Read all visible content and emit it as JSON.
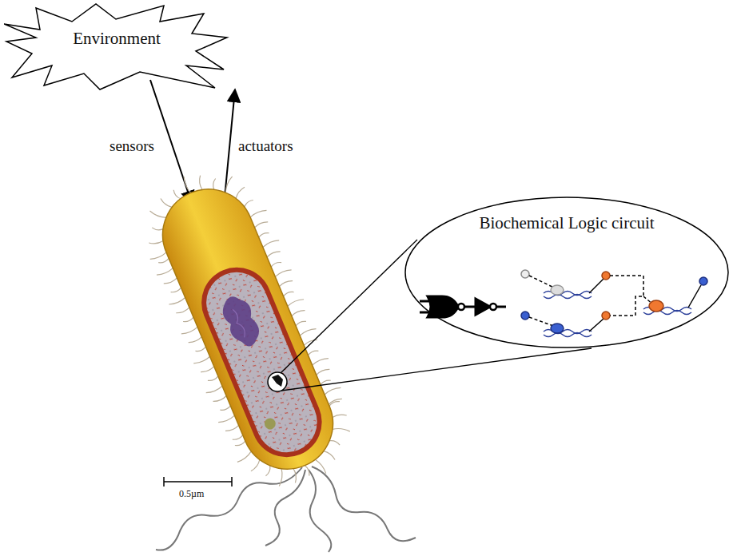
{
  "diagram": {
    "nodes": [
      {
        "text": [
          "Environment"
        ]
      },
      {
        "text": [
          "Biochemical Logic circuit"
        ]
      }
    ],
    "labels": [
      "sensors",
      "actuators",
      "0.5µm"
    ]
  }
}
